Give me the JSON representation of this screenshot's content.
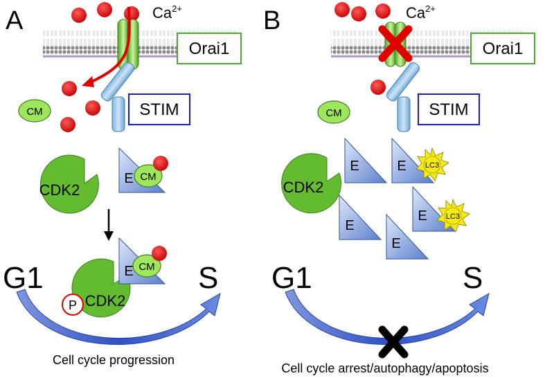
{
  "panel_a": {
    "letter": "A",
    "calcium": "Ca",
    "calcium_charge": "2+",
    "orai_label": "Orai1",
    "stim_label": "STIM",
    "cm_label": "CM",
    "cdk_label": "CDK2",
    "cyclin_label": "E",
    "phos_label": "P",
    "g1_label": "G1",
    "s_label": "S",
    "caption": "Cell cycle progression"
  },
  "panel_b": {
    "letter": "B",
    "calcium": "Ca",
    "calcium_charge": "2+",
    "orai_label": "Orai1",
    "stim_label": "STIM",
    "cm_label": "CM",
    "cdk_label": "CDK2",
    "cyclin_label": "E",
    "lc3_label": "LC3",
    "g1_label": "G1",
    "s_label": "S",
    "caption": "Cell cycle arrest/autophagy/apoptosis"
  },
  "colors": {
    "calcium": "#e00000",
    "green_fill": "#63bb2f",
    "light_green": "#9ee65c",
    "cyclin_blue": "#6f8fd6",
    "orai_box": "#4aa832",
    "stim_box": "#1a1acc",
    "arrow_blue": "#3a5fcf",
    "lc3_yellow": "#f5ea12"
  },
  "icons": {
    "block": "x-mark-icon",
    "influx": "arrow-icon"
  }
}
